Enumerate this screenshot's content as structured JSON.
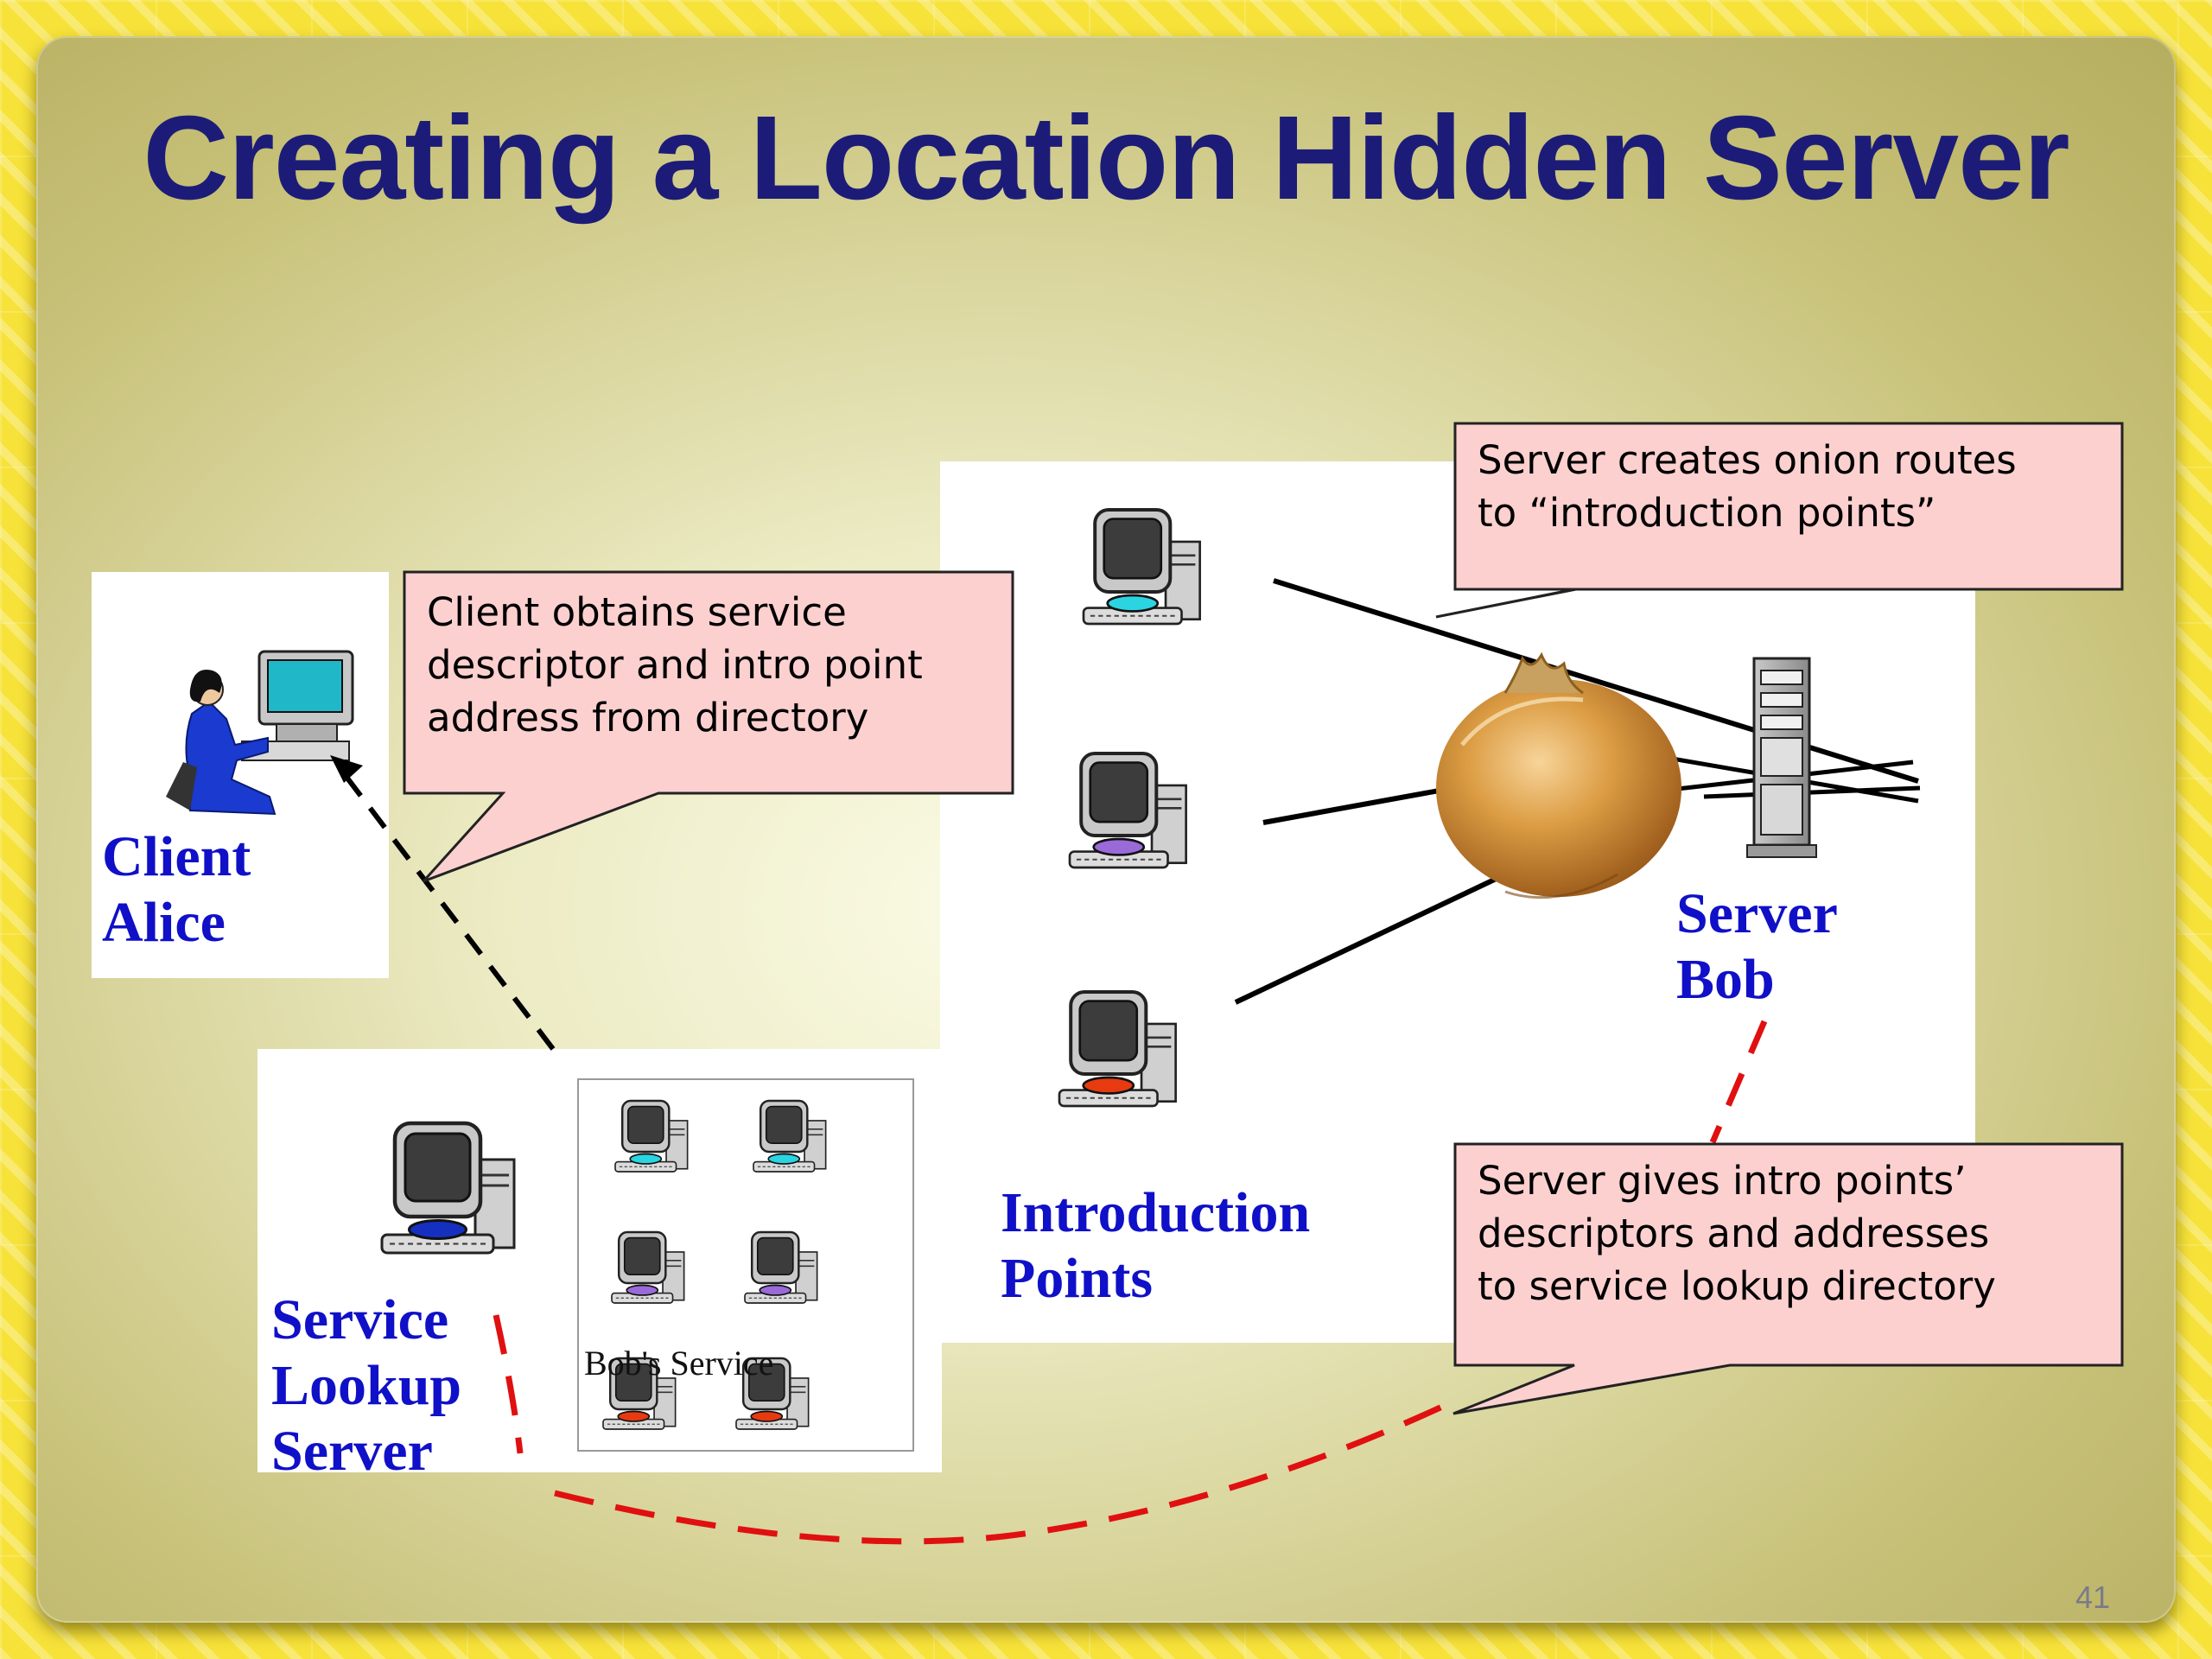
{
  "slide": {
    "title": "Creating a Location Hidden Server",
    "page_number": "41"
  },
  "nodes": {
    "client": {
      "line1": "Client",
      "line2": "Alice"
    },
    "server": {
      "line1": "Server",
      "line2": "Bob"
    },
    "introduction_points": {
      "line1": "Introduction",
      "line2": "Points"
    },
    "lookup_server": {
      "line1": "Service",
      "line2": "Lookup",
      "line3": "Server"
    },
    "bobs_service_label": "Bob's Service"
  },
  "callouts": {
    "client_obtains": {
      "line1": "Client obtains service",
      "line2": "descriptor and intro point",
      "line3": "address from directory"
    },
    "server_creates": {
      "line1": "Server creates onion routes",
      "line2": "to “introduction points”"
    },
    "server_gives": {
      "line1": "Server gives intro points’",
      "line2": "descriptors and addresses",
      "line3": "to service lookup directory"
    }
  },
  "colors": {
    "title": "#1c1c78",
    "label_blue": "#1010c8",
    "callout_fill": "#fdd0d0",
    "dashed_red": "#e01010",
    "screen_cyan": "#2ad4e0",
    "screen_purple": "#9a6ad8",
    "screen_red": "#e83a10",
    "screen_blue": "#1530c0"
  },
  "icons": {
    "client": "woman-at-computer-icon",
    "server": "server-rack-icon",
    "onion": "onion-icon",
    "workstation": "desktop-computer-icon"
  }
}
